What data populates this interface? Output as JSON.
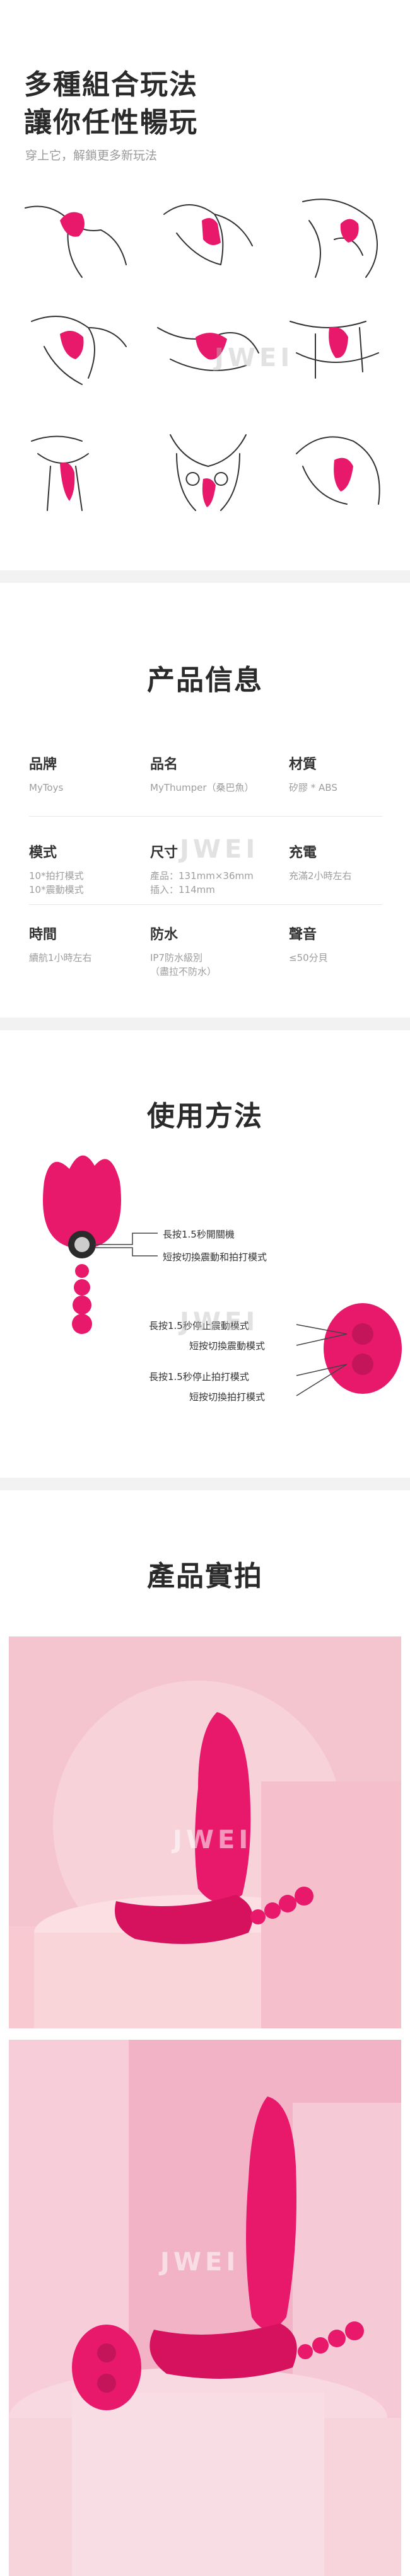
{
  "intro": {
    "title_line1": "多種組合玩法",
    "title_line2": "讓你任性暢玩",
    "subtitle": "穿上它，解鎖更多新玩法"
  },
  "watermark": "JWEI",
  "specs": {
    "title": "产品信息",
    "rows": [
      [
        {
          "label": "品牌",
          "value": "MyToys"
        },
        {
          "label": "品名",
          "value": "MyThumper（桑巴魚）"
        },
        {
          "label": "材質",
          "value": "矽膠 * ABS"
        }
      ],
      [
        {
          "label": "模式",
          "value": "10*拍打模式\n10*震動模式"
        },
        {
          "label": "尺寸",
          "value": "產品：131mm×36mm\n插入：114mm"
        },
        {
          "label": "充電",
          "value": "充滿2小時左右"
        }
      ],
      [
        {
          "label": "時間",
          "value": "續航1小時左右"
        },
        {
          "label": "防水",
          "value": "IP7防水級別\n（盡拉不防水）"
        },
        {
          "label": "聲音",
          "value": "≤50分貝"
        }
      ]
    ]
  },
  "usage": {
    "title": "使用方法",
    "device_labels": [
      "長按1.5秒開關機",
      "短按切換震動和拍打模式"
    ],
    "remote_labels": [
      "長按1.5秒停止震動模式",
      "短按切換震動模式",
      "長按1.5秒停止拍打模式",
      "短按切換拍打模式"
    ]
  },
  "photos": {
    "title": "產品實拍"
  },
  "colors": {
    "product_pink": "#e8196b",
    "photo_bg_1": "#f2b9c6",
    "photo_bg_2": "#f0a9bf"
  }
}
